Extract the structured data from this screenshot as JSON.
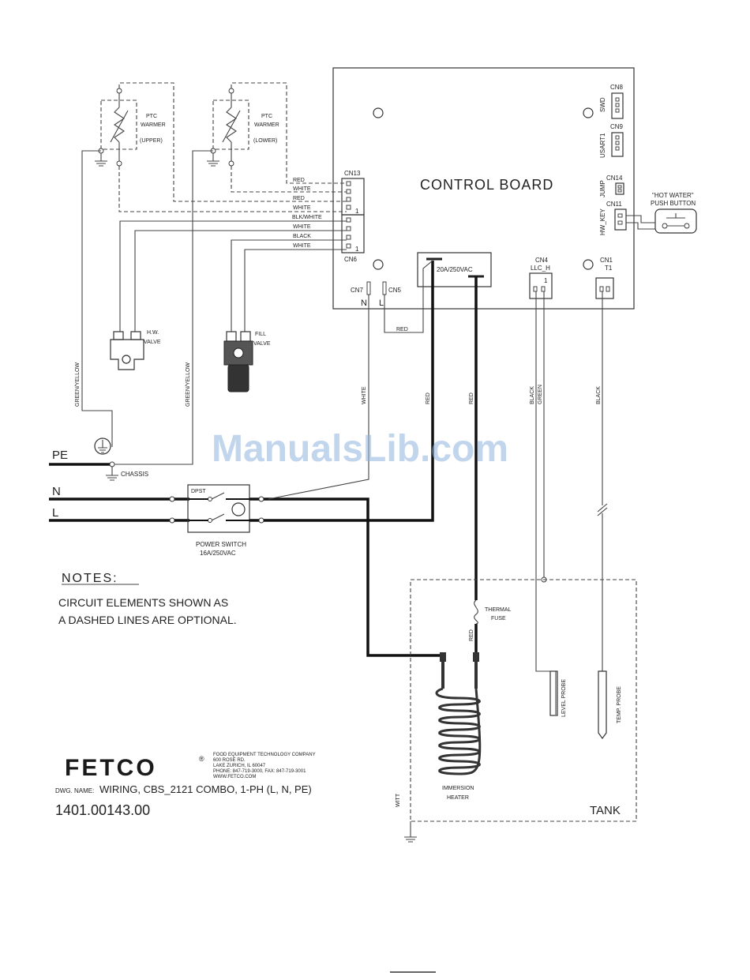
{
  "control_board": {
    "title": "CONTROL BOARD",
    "connectors": {
      "cn8": "CN8",
      "swd": "SWD",
      "cn9": "CN9",
      "usart1": "USART1",
      "cn14": "CN14",
      "jump": "JUMP",
      "cn11": "CN11",
      "hw_key": "HW_KEY",
      "cn4": "CN4",
      "llc_h": "LLC_H",
      "cn1": "CN1",
      "t1": "T1",
      "cn13": "CN13",
      "cn6": "CN6",
      "cn7": "CN7",
      "cn5": "CN5",
      "n": "N",
      "l": "L",
      "pin1": "1",
      "relay_rating": "20A/250VAC"
    }
  },
  "push_button": {
    "line1": "\"HOT WATER\"",
    "line2": "PUSH BUTTON"
  },
  "ptc_upper": {
    "line1": "PTC",
    "line2": "WARMER",
    "line3": "(UPPER)"
  },
  "ptc_lower": {
    "line1": "PTC",
    "line2": "WARMER",
    "line3": "(LOWER)"
  },
  "cn13_wires": [
    "RED",
    "WHITE",
    "RED",
    "WHITE"
  ],
  "cn6_wires": [
    "BLK/WHITE",
    "WHITE",
    "BLACK",
    "WHITE"
  ],
  "hw_valve": {
    "line1": "H.W.",
    "line2": "VALVE"
  },
  "fill_valve": {
    "line1": "FILL",
    "line2": "VALVE"
  },
  "wire_labels": {
    "green_yellow": "GREEN/YELLOW",
    "white": "WHITE",
    "red": "RED",
    "black": "BLACK",
    "green": "GREEN",
    "witt": "WITT"
  },
  "power": {
    "pe": "PE",
    "n": "N",
    "l": "L",
    "chassis": "CHASSIS",
    "dpst": "DPST",
    "switch_line1": "POWER SWITCH",
    "switch_line2": "16A/250VAC"
  },
  "notes": {
    "heading": "NOTES:",
    "line1": "CIRCUIT ELEMENTS SHOWN AS",
    "line2": "A DASHED LINES ARE OPTIONAL."
  },
  "tank": {
    "label": "TANK",
    "thermal_fuse_1": "THERMAL",
    "thermal_fuse_2": "FUSE",
    "level_probe": "LEVEL PROBE",
    "temp_probe": "TEMP. PROBE",
    "heater_1": "IMMERSION",
    "heater_2": "HEATER"
  },
  "title_block": {
    "logo": "FETCO",
    "registered": "®",
    "company": "FOOD EQUIPMENT TECHNOLOGY COMPANY",
    "address1": "600 ROSE RD.",
    "address2": "LAKE ZURICH, IL 60047",
    "phone": "PHONE: 847-719-3000, FAX: 847-719-3001",
    "web": "WWW.FETCO.COM",
    "dwg_label": "DWG. NAME:",
    "dwg_name": "WIRING, CBS_2121 COMBO, 1-PH (L, N, PE)",
    "dwg_number": "1401.00143.00"
  },
  "watermark": "ManualsLib.com"
}
